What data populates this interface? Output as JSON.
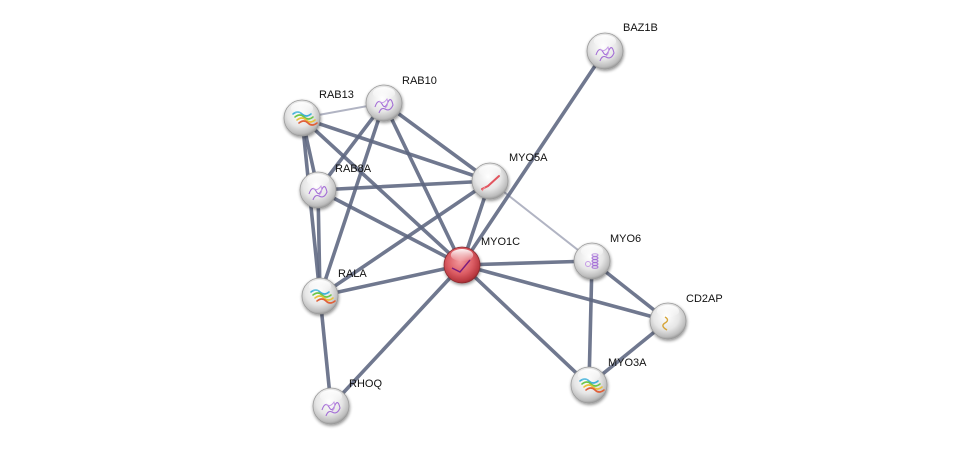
{
  "network": {
    "colors": {
      "edge": "#5c6580",
      "edge_weak": "#a8acbc",
      "node": "#e4e4e4",
      "node_query": "#d9535a"
    },
    "nodes": [
      {
        "id": "BAZ1B",
        "label": "BAZ1B",
        "query": false,
        "structure": "purple-coil"
      },
      {
        "id": "RAB13",
        "label": "RAB13",
        "query": false,
        "structure": "rainbow-fold"
      },
      {
        "id": "RAB10",
        "label": "RAB10",
        "query": false,
        "structure": "purple-coil"
      },
      {
        "id": "MYO5A",
        "label": "MYO5A",
        "query": false,
        "structure": "red-helix"
      },
      {
        "id": "RAB8A",
        "label": "RAB8A",
        "query": false,
        "structure": "purple-coil"
      },
      {
        "id": "MYO1C",
        "label": "MYO1C",
        "query": true,
        "structure": "purple-strand"
      },
      {
        "id": "MYO6",
        "label": "MYO6",
        "query": false,
        "structure": "purple-helix"
      },
      {
        "id": "RALA",
        "label": "RALA",
        "query": false,
        "structure": "rainbow-fold"
      },
      {
        "id": "CD2AP",
        "label": "CD2AP",
        "query": false,
        "structure": "yellow-coil"
      },
      {
        "id": "MYO3A",
        "label": "MYO3A",
        "query": false,
        "structure": "rainbow-fold"
      },
      {
        "id": "RHOQ",
        "label": "RHOQ",
        "query": false,
        "structure": "purple-coil"
      }
    ],
    "edges": [
      {
        "source": "RAB13",
        "target": "RAB10",
        "strength": "weak"
      },
      {
        "source": "RAB13",
        "target": "RAB8A",
        "strength": "strong"
      },
      {
        "source": "RAB13",
        "target": "RALA",
        "strength": "strong"
      },
      {
        "source": "RAB13",
        "target": "MYO5A",
        "strength": "strong"
      },
      {
        "source": "RAB13",
        "target": "MYO1C",
        "strength": "strong"
      },
      {
        "source": "RAB10",
        "target": "RAB8A",
        "strength": "strong"
      },
      {
        "source": "RAB10",
        "target": "RALA",
        "strength": "strong"
      },
      {
        "source": "RAB10",
        "target": "MYO1C",
        "strength": "strong"
      },
      {
        "source": "RAB10",
        "target": "MYO5A",
        "strength": "strong"
      },
      {
        "source": "RAB8A",
        "target": "RALA",
        "strength": "strong"
      },
      {
        "source": "RAB8A",
        "target": "MYO5A",
        "strength": "strong"
      },
      {
        "source": "RAB8A",
        "target": "MYO1C",
        "strength": "strong"
      },
      {
        "source": "RALA",
        "target": "MYO5A",
        "strength": "strong"
      },
      {
        "source": "RALA",
        "target": "MYO1C",
        "strength": "strong"
      },
      {
        "source": "RALA",
        "target": "RHOQ",
        "strength": "strong"
      },
      {
        "source": "RHOQ",
        "target": "MYO1C",
        "strength": "strong"
      },
      {
        "source": "MYO5A",
        "target": "MYO1C",
        "strength": "strong"
      },
      {
        "source": "MYO5A",
        "target": "MYO6",
        "strength": "weak"
      },
      {
        "source": "BAZ1B",
        "target": "MYO1C",
        "strength": "strong"
      },
      {
        "source": "MYO1C",
        "target": "MYO6",
        "strength": "strong"
      },
      {
        "source": "MYO1C",
        "target": "CD2AP",
        "strength": "strong"
      },
      {
        "source": "MYO1C",
        "target": "MYO3A",
        "strength": "strong"
      },
      {
        "source": "MYO6",
        "target": "MYO3A",
        "strength": "strong"
      },
      {
        "source": "MYO6",
        "target": "CD2AP",
        "strength": "strong"
      },
      {
        "source": "CD2AP",
        "target": "MYO3A",
        "strength": "strong"
      }
    ]
  }
}
